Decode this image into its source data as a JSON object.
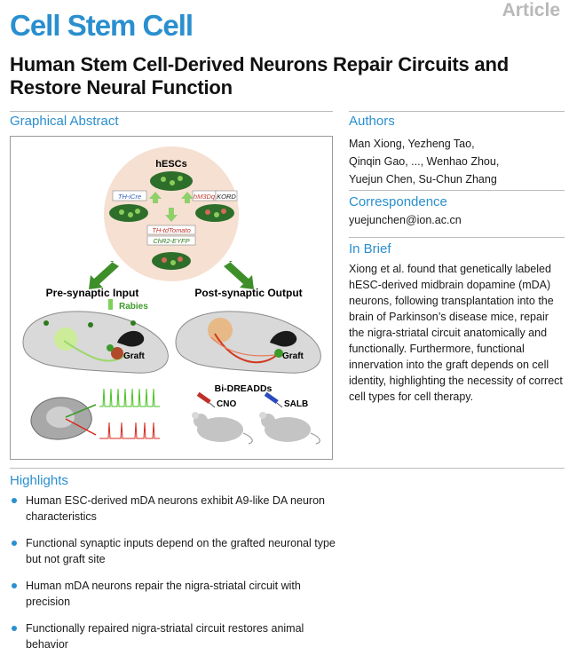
{
  "journal": "Cell Stem Cell",
  "article_type": "Article",
  "title": "Human Stem Cell-Derived Neurons Repair Circuits and Restore Neural Function",
  "graphical_abstract": {
    "heading": "Graphical Abstract",
    "hescs": "hESCs",
    "th_icre": "TH-iCre",
    "hm3dq": "hM3Dq",
    "kord": "KORD",
    "th_tdtomato": "TH-tdTomato",
    "chr2_eyfp": "ChR2-EYFP",
    "pre_label": "Pre-synaptic Input",
    "post_label": "Post-synaptic Output",
    "rabies": "Rabies",
    "graft_left": "Graft",
    "graft_right": "Graft",
    "bi_dreadds": "Bi-DREADDs",
    "cno": "CNO",
    "salb": "SALB"
  },
  "authors": {
    "heading": "Authors",
    "lines": [
      "Man Xiong, Yezheng Tao,",
      "Qinqin Gao, ..., Wenhao Zhou,",
      "Yuejun Chen, Su-Chun Zhang"
    ]
  },
  "correspondence": {
    "heading": "Correspondence",
    "email": "yuejunchen@ion.ac.cn"
  },
  "in_brief": {
    "heading": "In Brief",
    "text": "Xiong et al. found that genetically labeled hESC-derived midbrain dopamine (mDA) neurons, following transplantation into the brain of Parkinson’s disease mice, repair the nigra-striatal circuit anatomically and functionally. Furthermore, functional innervation into the graft depends on cell identity, highlighting the necessity of correct cell types for cell therapy."
  },
  "highlights": {
    "heading": "Highlights",
    "items": [
      "Human ESC-derived mDA neurons exhibit A9-like DA neuron characteristics",
      "Functional synaptic inputs depend on the grafted neuronal type but not graft site",
      "Human mDA neurons repair the nigra-striatal circuit with precision",
      "Functionally repaired nigra-striatal circuit restores animal behavior"
    ]
  },
  "colors": {
    "brand": "#2a8fcf",
    "arrow_green": "#3e8f2a",
    "trace_green": "#44c21e",
    "trace_red": "#d8281e"
  }
}
